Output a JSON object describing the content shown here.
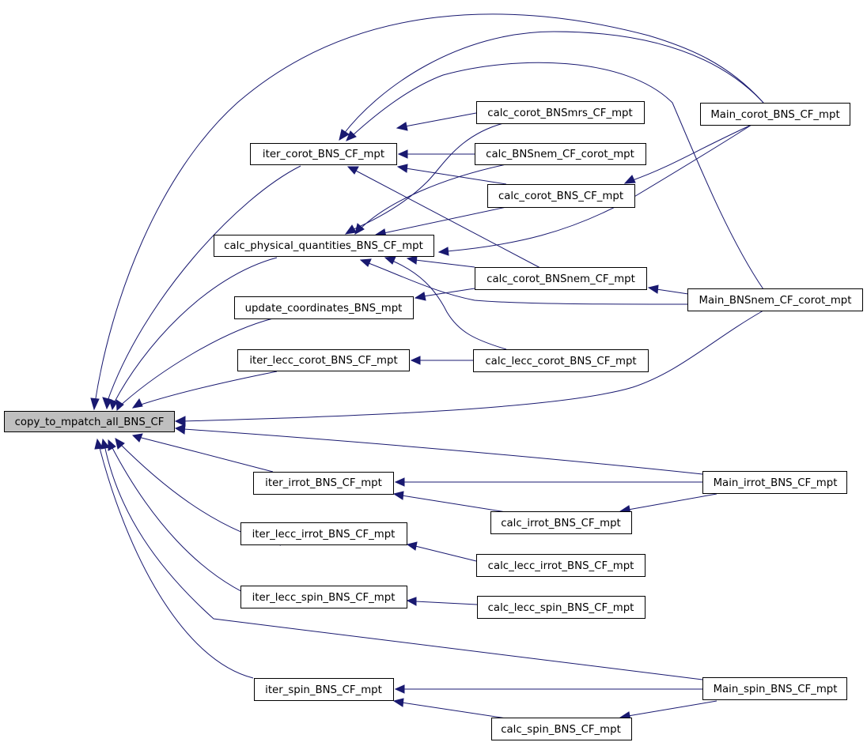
{
  "diagram": {
    "type": "caller-graph",
    "colors": {
      "edge": "#191970",
      "root_fill": "#bfbfbf",
      "node_fill": "#ffffff",
      "node_border": "#000000"
    },
    "nodes": {
      "root": "copy_to_mpatch_all_BNS_CF",
      "iter_corot": "iter_corot_BNS_CF_mpt",
      "calc_phys": "calc_physical_quantities_BNS_CF_mpt",
      "update_coord": "update_coordinates_BNS_mpt",
      "iter_lecc_corot": "iter_lecc_corot_BNS_CF_mpt",
      "iter_irrot": "iter_irrot_BNS_CF_mpt",
      "iter_lecc_irrot": "iter_lecc_irrot_BNS_CF_mpt",
      "iter_lecc_spin": "iter_lecc_spin_BNS_CF_mpt",
      "iter_spin": "iter_spin_BNS_CF_mpt",
      "calc_corot_mrs": "calc_corot_BNSmrs_CF_mpt",
      "calc_nem_corot": "calc_BNSnem_CF_corot_mpt",
      "calc_corot": "calc_corot_BNS_CF_mpt",
      "calc_corot_nem": "calc_corot_BNSnem_CF_mpt",
      "calc_lecc_corot": "calc_lecc_corot_BNS_CF_mpt",
      "calc_irrot": "calc_irrot_BNS_CF_mpt",
      "calc_lecc_irrot": "calc_lecc_irrot_BNS_CF_mpt",
      "calc_lecc_spin": "calc_lecc_spin_BNS_CF_mpt",
      "calc_spin": "calc_spin_BNS_CF_mpt",
      "main_corot": "Main_corot_BNS_CF_mpt",
      "main_nem": "Main_BNSnem_CF_corot_mpt",
      "main_irrot": "Main_irrot_BNS_CF_mpt",
      "main_spin": "Main_spin_BNS_CF_mpt"
    },
    "edges": [
      [
        "iter_corot",
        "root"
      ],
      [
        "calc_phys",
        "root"
      ],
      [
        "update_coord",
        "root"
      ],
      [
        "iter_lecc_corot",
        "root"
      ],
      [
        "main_nem",
        "root"
      ],
      [
        "main_irrot",
        "root"
      ],
      [
        "iter_irrot",
        "root"
      ],
      [
        "iter_lecc_irrot",
        "root"
      ],
      [
        "iter_lecc_spin",
        "root"
      ],
      [
        "main_spin",
        "root"
      ],
      [
        "iter_spin",
        "root"
      ],
      [
        "main_corot",
        "root"
      ],
      [
        "calc_corot_mrs",
        "iter_corot"
      ],
      [
        "calc_nem_corot",
        "iter_corot"
      ],
      [
        "calc_corot",
        "iter_corot"
      ],
      [
        "calc_corot_nem",
        "iter_corot"
      ],
      [
        "main_corot",
        "iter_corot"
      ],
      [
        "main_nem",
        "iter_corot"
      ],
      [
        "calc_corot_mrs",
        "calc_phys"
      ],
      [
        "calc_nem_corot",
        "calc_phys"
      ],
      [
        "calc_corot",
        "calc_phys"
      ],
      [
        "calc_corot_nem",
        "calc_phys"
      ],
      [
        "main_nem",
        "calc_phys"
      ],
      [
        "calc_lecc_corot",
        "calc_phys"
      ],
      [
        "main_corot",
        "calc_phys"
      ],
      [
        "calc_corot_nem",
        "update_coord"
      ],
      [
        "calc_lecc_corot",
        "iter_lecc_corot"
      ],
      [
        "main_corot",
        "calc_corot"
      ],
      [
        "main_nem",
        "calc_corot_nem"
      ],
      [
        "main_irrot",
        "iter_irrot"
      ],
      [
        "calc_irrot",
        "iter_irrot"
      ],
      [
        "main_irrot",
        "calc_irrot"
      ],
      [
        "calc_lecc_irrot",
        "iter_lecc_irrot"
      ],
      [
        "calc_lecc_spin",
        "iter_lecc_spin"
      ],
      [
        "main_spin",
        "iter_spin"
      ],
      [
        "calc_spin",
        "iter_spin"
      ],
      [
        "main_spin",
        "calc_spin"
      ]
    ]
  }
}
